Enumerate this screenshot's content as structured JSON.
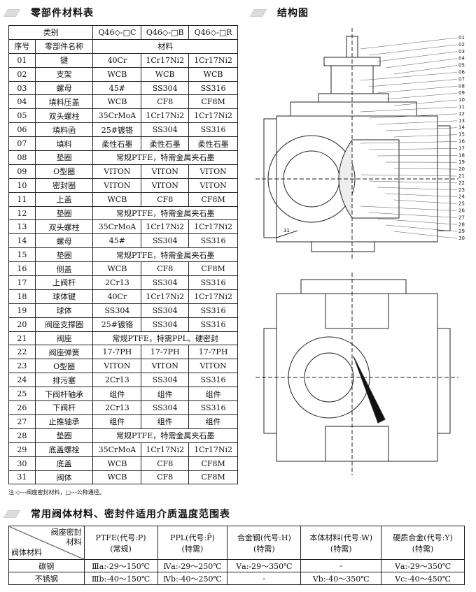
{
  "parts_section": {
    "title": "零部件材料表"
  },
  "structure_section": {
    "title": "结构图"
  },
  "parts_table": {
    "header1": {
      "category": "类别",
      "models": [
        "Q46◇-□C",
        "Q46◇-□B",
        "Q46◇-□R"
      ]
    },
    "header2": {
      "no": "序号",
      "name": "零部件名称",
      "material": "材料"
    },
    "rows": [
      {
        "no": "01",
        "name": "键",
        "c": "40Cr",
        "b": "1Cr17Ni2",
        "r": "1Cr17Ni2"
      },
      {
        "no": "02",
        "name": "支架",
        "c": "WCB",
        "b": "WCB",
        "r": "WCB"
      },
      {
        "no": "03",
        "name": "螺母",
        "c": "45#",
        "b": "SS304",
        "r": "SS316"
      },
      {
        "no": "04",
        "name": "填料压盖",
        "c": "WCB",
        "b": "CF8",
        "r": "CF8M"
      },
      {
        "no": "05",
        "name": "双头螺柱",
        "c": "35CrMoA",
        "b": "1Cr17Ni2",
        "r": "1Cr17Ni2"
      },
      {
        "no": "06",
        "name": "填料函",
        "c": "25#镀铬",
        "b": "SS304",
        "r": "SS316"
      },
      {
        "no": "07",
        "name": "填料",
        "c": "柔性石墨",
        "b": "柔性石墨",
        "r": "柔性石墨"
      },
      {
        "no": "08",
        "name": "垫圈",
        "span": "常规PTFE，特需金属夹石墨"
      },
      {
        "no": "09",
        "name": "O型圈",
        "c": "VITON",
        "b": "VITON",
        "r": "VITON"
      },
      {
        "no": "10",
        "name": "密封圈",
        "c": "VITON",
        "b": "VITON",
        "r": "VITON"
      },
      {
        "no": "11",
        "name": "上盖",
        "c": "WCB",
        "b": "CF8",
        "r": "CF8M"
      },
      {
        "no": "12",
        "name": "垫圈",
        "span": "常规PTFE，特需金属夹石墨"
      },
      {
        "no": "13",
        "name": "双头螺柱",
        "c": "35CrMoA",
        "b": "1Cr17Ni2",
        "r": "1Cr17Ni2"
      },
      {
        "no": "14",
        "name": "螺母",
        "c": "45#",
        "b": "SS304",
        "r": "SS316"
      },
      {
        "no": "15",
        "name": "垫圈",
        "span": "常规PTFE，特需金属夹石墨"
      },
      {
        "no": "16",
        "name": "侧盖",
        "c": "WCB",
        "b": "CF8",
        "r": "CF8M"
      },
      {
        "no": "17",
        "name": "上阀杆",
        "c": "2Cr13",
        "b": "SS304",
        "r": "SS316"
      },
      {
        "no": "18",
        "name": "球体键",
        "c": "40Cr",
        "b": "1Cr17Ni2",
        "r": "1Cr17Ni2"
      },
      {
        "no": "19",
        "name": "球体",
        "c": "SS304",
        "b": "SS304",
        "r": "SS316"
      },
      {
        "no": "20",
        "name": "阀座支撑圈",
        "c": "25#镀铬",
        "b": "SS304",
        "r": "SS316"
      },
      {
        "no": "21",
        "name": "阀座",
        "span": "常规PTFE，特需PPL、硬密封"
      },
      {
        "no": "22",
        "name": "阀座弹簧",
        "c": "17-7PH",
        "b": "17-7PH",
        "r": "17-7PH"
      },
      {
        "no": "23",
        "name": "O型圈",
        "c": "VITON",
        "b": "VITON",
        "r": "VITON"
      },
      {
        "no": "24",
        "name": "排污塞",
        "c": "2Cr13",
        "b": "SS304",
        "r": "SS316"
      },
      {
        "no": "25",
        "name": "下阀杆轴承",
        "c": "组件",
        "b": "组件",
        "r": "组件"
      },
      {
        "no": "26",
        "name": "下阀杆",
        "c": "2Cr13",
        "b": "SS304",
        "r": "SS316"
      },
      {
        "no": "27",
        "name": "止推轴承",
        "c": "组件",
        "b": "组件",
        "r": "组件"
      },
      {
        "no": "28",
        "name": "垫圈",
        "span": "常规PTFE，特需金属夹石墨"
      },
      {
        "no": "29",
        "name": "底盖螺栓",
        "c": "35CrMoA",
        "b": "1Cr17Ni2",
        "r": "1Cr17Ni2"
      },
      {
        "no": "30",
        "name": "底盖",
        "c": "WCB",
        "b": "CF8",
        "r": "CF8M"
      },
      {
        "no": "31",
        "name": "阀体",
        "c": "WCB",
        "b": "CF8",
        "r": "CF8M"
      }
    ]
  },
  "note": "注:◇---阀座密封材料，□---公称通径。",
  "temp_section": {
    "title": "常用阀体材料、密封件适用介质温度范围表"
  },
  "temp_table": {
    "corner_top": "阀座密封",
    "corner_mid": "材料",
    "corner_bottom": "阀体材料",
    "columns": [
      {
        "l1": "PTFE(代号:P)",
        "l2": "(常规)"
      },
      {
        "l1": "PPL(代号:P̄)",
        "l2": "(特需)"
      },
      {
        "l1": "合金钢(代号:H)",
        "l2": "(特需)"
      },
      {
        "l1": "本体材料(代号:W)",
        "l2": "(特需)"
      },
      {
        "l1": "硬质合金(代号:Y)",
        "l2": "(特需)"
      }
    ],
    "rows": [
      {
        "name": "碳钢",
        "vals": [
          "Ⅲa:-29～150℃",
          "Ⅳa:-29～250℃",
          "Ⅴa:-29～350℃",
          "-",
          "Ⅴa:-29～350℃"
        ]
      },
      {
        "name": "不锈钢",
        "vals": [
          "Ⅲb:-40～150℃",
          "Ⅳb:-40～250℃",
          "-",
          "Ⅴb:-40～350℃",
          "Ⅴc:-40～450℃"
        ]
      }
    ]
  },
  "diagram": {
    "labels": [
      "01",
      "02",
      "03",
      "04",
      "05",
      "06",
      "07",
      "08",
      "09",
      "10",
      "11",
      "12",
      "13",
      "14",
      "15",
      "16",
      "17",
      "18",
      "19",
      "20",
      "21",
      "22",
      "23",
      "24",
      "25",
      "26",
      "27",
      "28",
      "29",
      "30"
    ],
    "label_31": "31"
  }
}
